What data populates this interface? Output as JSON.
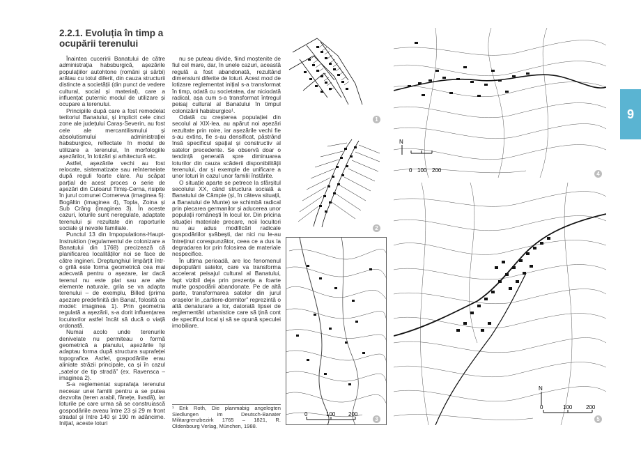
{
  "section_title": "2.2.1. Evoluția în timp a\nocupării terenului",
  "chapter_number": "9",
  "column1": [
    "Înaintea cuceririi Banatului de către administrația habsburgică, așezările populațiilor autohtone (români și sârbi) arătau cu totul diferit, din cauza structurii distincte a societății (din punct de vedere cultural, social și material), care a influențat puternic modul de utilizare și ocupare a terenului.",
    "Principiile după care a fost remodelat teritoriul Banatului, și implicit cele cinci zone ale județului Caraș-Severin, au fost cele ale mercantilismului și absolutismului administrației habsburgice, reflectate în modul de utilizare a terenului, în morfologiile așezărilor, în lotizări și arhitectură etc.",
    "Astfel, așezările vechi au fost relocate, sistematizate sau reîntemeiate după reguli foarte clare. Au scăpat parțial de acest proces o serie de așezări din Culoarul Timiș-Cerna, risipite în jurul comunei Cornereva (imaginea 5): Bogâltin (imaginea 4), Topla, Zoina și Sub Crâng (imaginea 3). În aceste cazuri, loturile sunt neregulate, adaptate terenului și rezultate din raporturile sociale și nevoile familiale.",
    "Punctul 13 din Impopulations-Haupt-Instruktion (regulamentul de colonizare a Banatului din 1768) precizează că planificarea localităților noi se face de către ingineri. Dreptunghiul împărțit într-o grilă este forma geometrică cea mai adecvată pentru o așezare, iar dacă terenul nu este plat sau are alte elemente naturale, grila se va adapta terenului – de exemplu, Billed (prima așezare predefinită din Banat, folosită ca model: imaginea 1). Prin geometria regulată a așezării, s-a dorit influențarea locuitorilor astfel încât să ducă o viață ordonată.",
    "Numai acolo unde terenurile denivelate nu permiteau o formă geometrică a planului, așezările își adaptau forma după structura suprafeței topografice. Astfel, gospodăriile erau aliniate străzii principale, ca și în cazul „satelor de tip stradă” (ex. Ravensca – imaginea 2).",
    "S-a reglementat suprafața terenului necesar unei familii pentru a se putea dezvolta (teren arabil, fânețe, livadă), iar loturile pe care urma să se construiască gospodăriile aveau între 23 și 29 m front stradal și între 140 și 190 m adâncime. Inițial, aceste loturi"
  ],
  "column2": [
    "nu se puteau divide, fiind moștenite de fiul cel mare, dar, în unele cazuri, această regulă a fost abandonată, rezultând dimensiuni diferite de loturi. Acest mod de lotizare reglementat inițial s-a transformat în timp, odată cu societatea, dar niciodată radical, așa cum s-a transformat întregul peisaj cultural al Banatului în timpul colonizării habsburgice¹.",
    "Odată cu creșterea populației din secolul al XIX-lea, au apărut noi așezări rezultate prin roire, iar așezările vechi fie s-au extins, fie s-au densificat, păstrând însă specificul spațial și constructiv al satelor precedente. Se observă doar o tendință generală spre diminuarea loturilor din cauza scăderii disponibilității terenului, dar și exemple de unificare a unor loturi în cazul unor familii înstărite.",
    "O situație aparte se petrece la sfârșitul secolului XX, când structura socială a Banatului de Câmpie (și, în câteva situații, a Banatului de Munte) se schimbă radical prin plecarea germanilor și aducerea unor populații românești în locul lor. Din pricina situației materiale precare, noii locuitori nu au adus modificări radicale gospodăriilor șvăbești, dar nici nu le-au întreținut corespunzător, ceea ce a dus la degradarea lor prin folosirea de materiale nespecifice.",
    "În ultima perioadă, are loc fenomenul depopulării satelor, care va transforma accelerat peisajul cultural al Banatului, fapt vizibil deja prin prezența a foarte multe gospodării abandonate. Pe de altă parte, transformarea satelor din jurul orașelor în „cartiere-dormitor” reprezintă o altă denaturare a lor, datorată lipsei de reglementări urbanistice care să țină cont de specificul local și să se opună speculei imobiliare."
  ],
  "footnote": "¹ Erik Roth, Die planmabig angelegten Siedlungen im Deutsch-Banater Militargrenzbezirk 1765 – 1821, R. Oldenbourg Verlag, München, 1988.",
  "figures": {
    "fig1_label": "1",
    "fig2_label": "2",
    "fig3_label": "3",
    "fig4_label": "4",
    "fig5_label": "5",
    "scale4": {
      "zero": "0",
      "mid": "100",
      "end": "200",
      "north": "N"
    },
    "scale5": {
      "zero": "0",
      "mid": "100",
      "end": "200",
      "north": "N"
    },
    "scale3": {
      "zero": "0",
      "mid": "100",
      "end": "200"
    }
  },
  "colors": {
    "accent": "#5ab4d2",
    "badge": "#bdbdbd"
  }
}
